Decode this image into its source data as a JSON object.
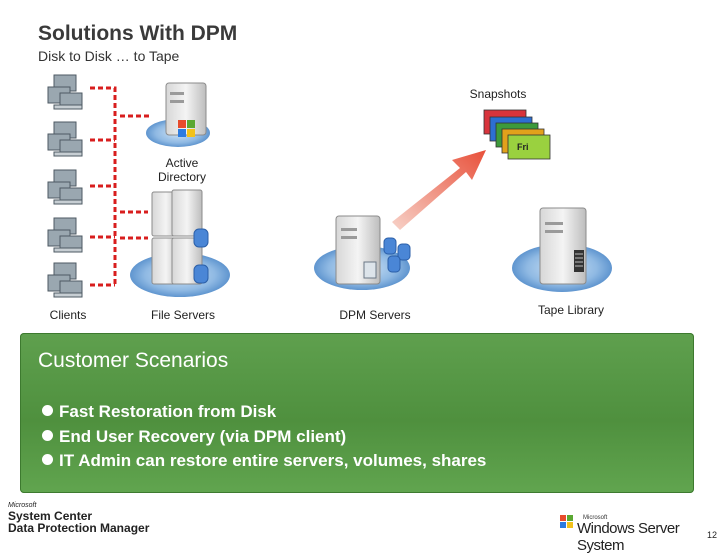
{
  "title": "Solutions With DPM",
  "subtitle": "Disk to Disk … to Tape",
  "diagram": {
    "snapshots_label": "Snapshots",
    "snapshot_tag": "Fri",
    "active_directory_line1": "Active",
    "active_directory_line2": "Directory",
    "clients_label": "Clients",
    "file_servers_label": "File Servers",
    "dpm_servers_label": "DPM Servers",
    "tape_library_label": "Tape Library"
  },
  "scenarios": {
    "heading": "Customer Scenarios",
    "bullets": [
      "Fast Restoration from Disk",
      "End User Recovery (via DPM client)",
      "IT Admin can restore entire servers, volumes, shares"
    ]
  },
  "footer": {
    "microsoft_small": "Microsoft",
    "product_line1": "System Center",
    "product_line2": "Data Protection Manager",
    "windows_small": "Microsoft",
    "windows_logo": "Windows Server System",
    "page_number": "12"
  },
  "colors": {
    "panel_green": "#56983f",
    "dash_red": "#d81e1e",
    "arrow_red": "#e8503a"
  }
}
